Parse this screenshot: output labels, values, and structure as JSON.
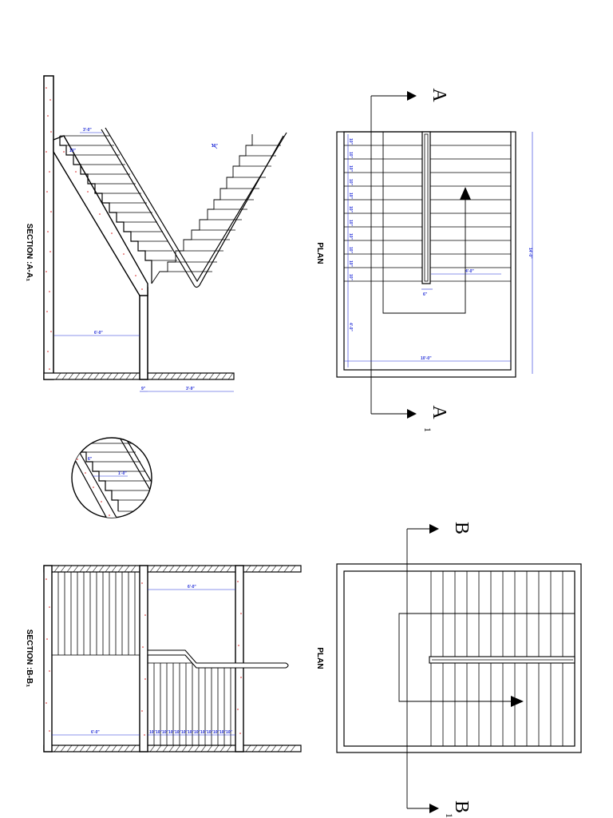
{
  "titles": {
    "section_a": "SECTION :A-A₁",
    "plan_top": "PLAN",
    "section_b": "SECTION :B-B₁",
    "plan_bottom": "PLAN"
  },
  "section_markers": {
    "a": "A",
    "a1_letter": "A",
    "a1_sub": "1",
    "b": "B",
    "b1_letter": "B",
    "b1_sub": "1"
  },
  "dimensions": {
    "tread": "10\"",
    "plan_width": "14'-0\"",
    "plan_length": "10'-0\"",
    "landing": "4'-0\"",
    "handrail_gap": "6\"",
    "section_width": "6'-0\"",
    "section_base": "3'-9\"",
    "wall": "9\"",
    "detail_riser": "6\"",
    "detail_tread": "1'-0\"",
    "top_tread": "3'-0\""
  },
  "colors": {
    "line": "#000000",
    "dimension": "#1f2bd8",
    "concrete_dots": "#d61a1a"
  }
}
